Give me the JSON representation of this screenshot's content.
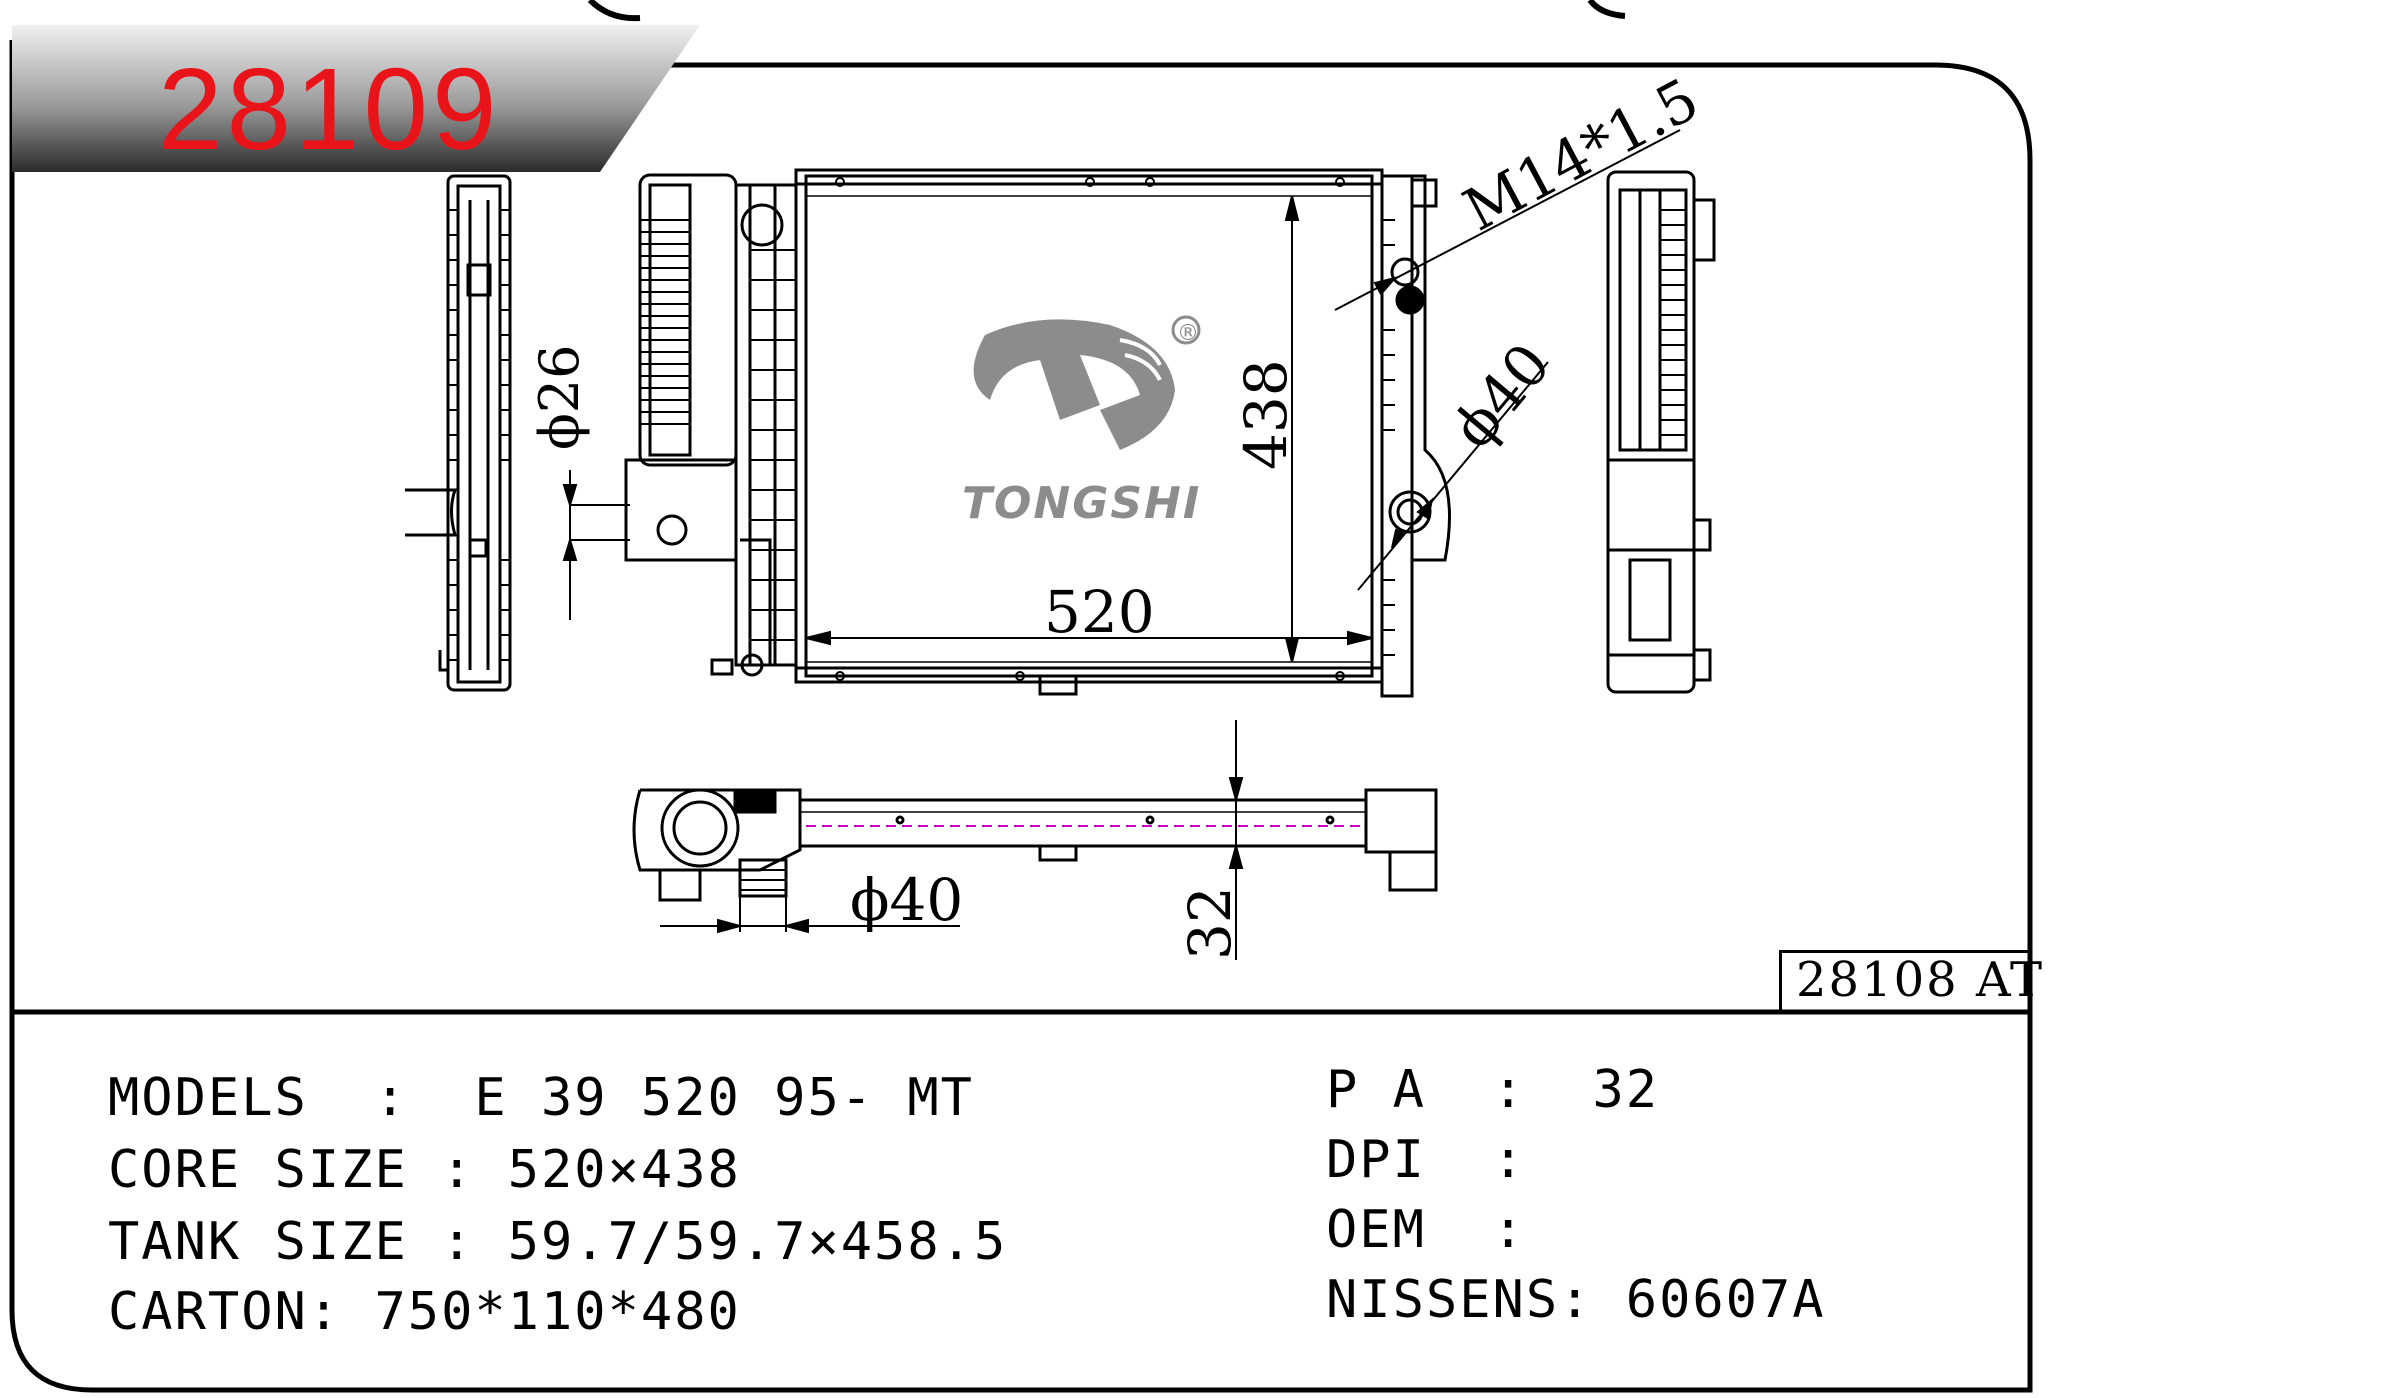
{
  "header": {
    "part_number": "28109"
  },
  "reference": {
    "label": "28108 AT"
  },
  "logo": {
    "brand": "TONGSHI",
    "registered_mark": "®"
  },
  "dimensions": {
    "thread": "M14*1.5",
    "left_port": "ϕ26",
    "right_port": "ϕ40",
    "core_width": "520",
    "core_height": "438",
    "bottom_port": "ϕ40",
    "depth": "32"
  },
  "specs_left": [
    {
      "key": "MODELS  :  ",
      "value": "E 39 520 95- MT"
    },
    {
      "key": "CORE SIZE : ",
      "value": "520×438"
    },
    {
      "key": "TANK SIZE : ",
      "value": "59.7/59.7×458.5"
    },
    {
      "key": "CARTON: ",
      "value": "750*110*480"
    }
  ],
  "specs_right": [
    {
      "key": "P A  :  ",
      "value": "32"
    },
    {
      "key": "DPI  :  ",
      "value": ""
    },
    {
      "key": "OEM  :  ",
      "value": ""
    },
    {
      "key": "NISSENS: ",
      "value": "60607A"
    }
  ],
  "colors": {
    "title": "#e8141a",
    "banner_dark": "#2b2b2b",
    "banner_light": "#d9d9d9",
    "logo_gray": "#8c8c8c",
    "center_line": "#cc00cc"
  }
}
